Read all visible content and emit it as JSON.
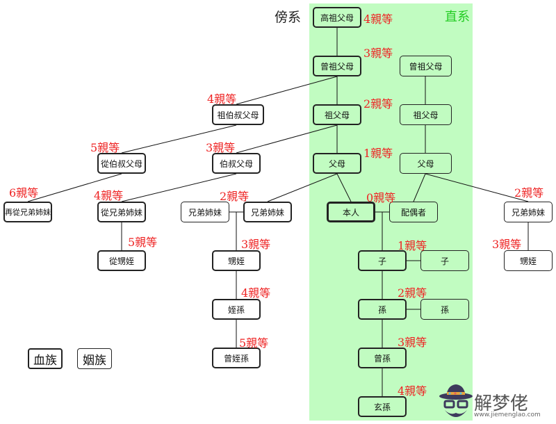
{
  "titles": {
    "collateral": "傍系",
    "direct": "直系"
  },
  "colors": {
    "direct_zone": "#c1fcc1",
    "degree_text": "#ee2222",
    "direct_title": "#22cc22"
  },
  "nodes": {
    "great_great_grandparents": "高祖父母",
    "great_grandparents": "曾祖父母",
    "great_grandparents_spouse": "曾祖父母",
    "grand_uncles_aunts": "祖伯叔父母",
    "grandparents": "祖父母",
    "grandparents_spouse": "祖父母",
    "first_cousin_once_removed_up": "從伯叔父母",
    "uncles_aunts": "伯叔父母",
    "parents": "父母",
    "parents_spouse": "父母",
    "second_cousins": "再從兄弟姉妹",
    "first_cousins": "從兄弟姉妹",
    "siblings_in_law": "兄弟姉妹",
    "siblings": "兄弟姉妹",
    "self": "本人",
    "spouse": "配偶者",
    "spouse_siblings": "兄弟姉妹",
    "first_cousin_children": "從甥姪",
    "nephews_nieces": "甥姪",
    "spouse_nephews_nieces": "甥姪",
    "children": "子",
    "children_spouse": "子",
    "grand_nephews": "姪孫",
    "grandchildren": "孫",
    "grandchildren_spouse": "孫",
    "great_grand_nephews": "曾姪孫",
    "great_grandchildren": "曾孫",
    "great_great_grandchildren": "玄孫"
  },
  "degrees": {
    "great_great_grandparents": "4親等",
    "great_grandparents": "3親等",
    "grandparents": "2親等",
    "parents": "1親等",
    "self": "0親等",
    "grand_uncles": "4親等",
    "first_cousin_up": "5親等",
    "uncles": "3親等",
    "second_cousins": "6親等",
    "first_cousins": "4親等",
    "siblings": "2親等",
    "first_cousin_children": "5親等",
    "nephews": "3親等",
    "grand_nephews": "4親等",
    "great_grand_nephews": "5親等",
    "children": "1親等",
    "grandchildren": "2親等",
    "great_grandchildren": "3親等",
    "great_great_grandchildren": "4親等",
    "spouse_siblings": "2親等",
    "spouse_nephews": "3親等"
  },
  "legend": {
    "blood": "血族",
    "affinity": "姻族"
  },
  "watermark": {
    "name": "解梦佬",
    "url": "www.jiemenglao.com"
  }
}
